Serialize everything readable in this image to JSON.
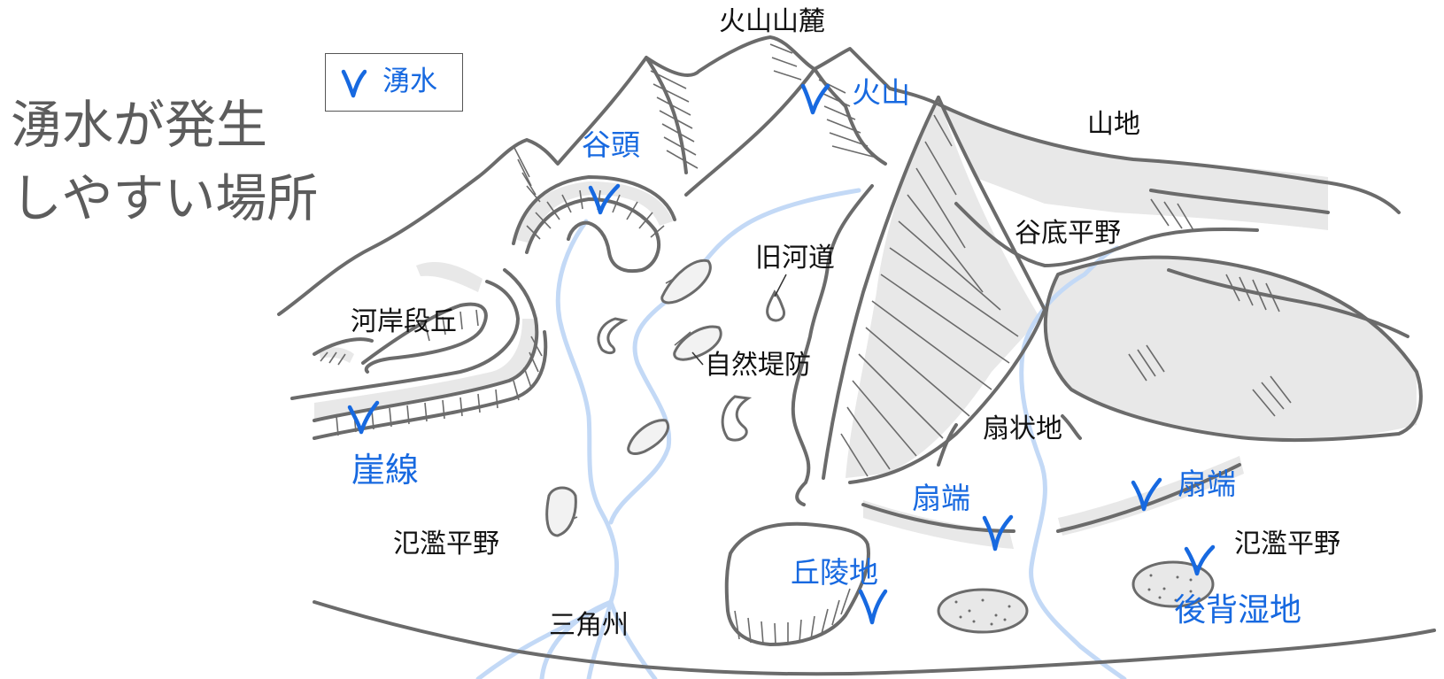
{
  "title": {
    "line1": "湧水が発生",
    "line2": "しやすい場所"
  },
  "legend": {
    "symbol_name": "spring-symbol",
    "label": "湧水"
  },
  "labels": {
    "volcano_foot": "火山山麓",
    "volcano": "火山",
    "mountain": "山地",
    "valley_head": "谷頭",
    "old_river_channel": "旧河道",
    "valley_plain": "谷底平野",
    "river_terrace": "河岸段丘",
    "natural_levee": "自然堤防",
    "cliff_line": "崖線",
    "alluvial_fan": "扇状地",
    "fan_end_left": "扇端",
    "fan_end_right": "扇端",
    "floodplain_left": "氾濫平野",
    "floodplain_right": "氾濫平野",
    "hills": "丘陵地",
    "delta": "三角州",
    "backmarsh": "後背湿地"
  },
  "colors": {
    "line": "#6b6b6b",
    "river": "#c3d9f6",
    "spring": "#1769e0",
    "label_black": "#111111",
    "label_blue": "#1769e0",
    "shade": "#e8e8e8",
    "title_gray": "#5c5c5c"
  }
}
